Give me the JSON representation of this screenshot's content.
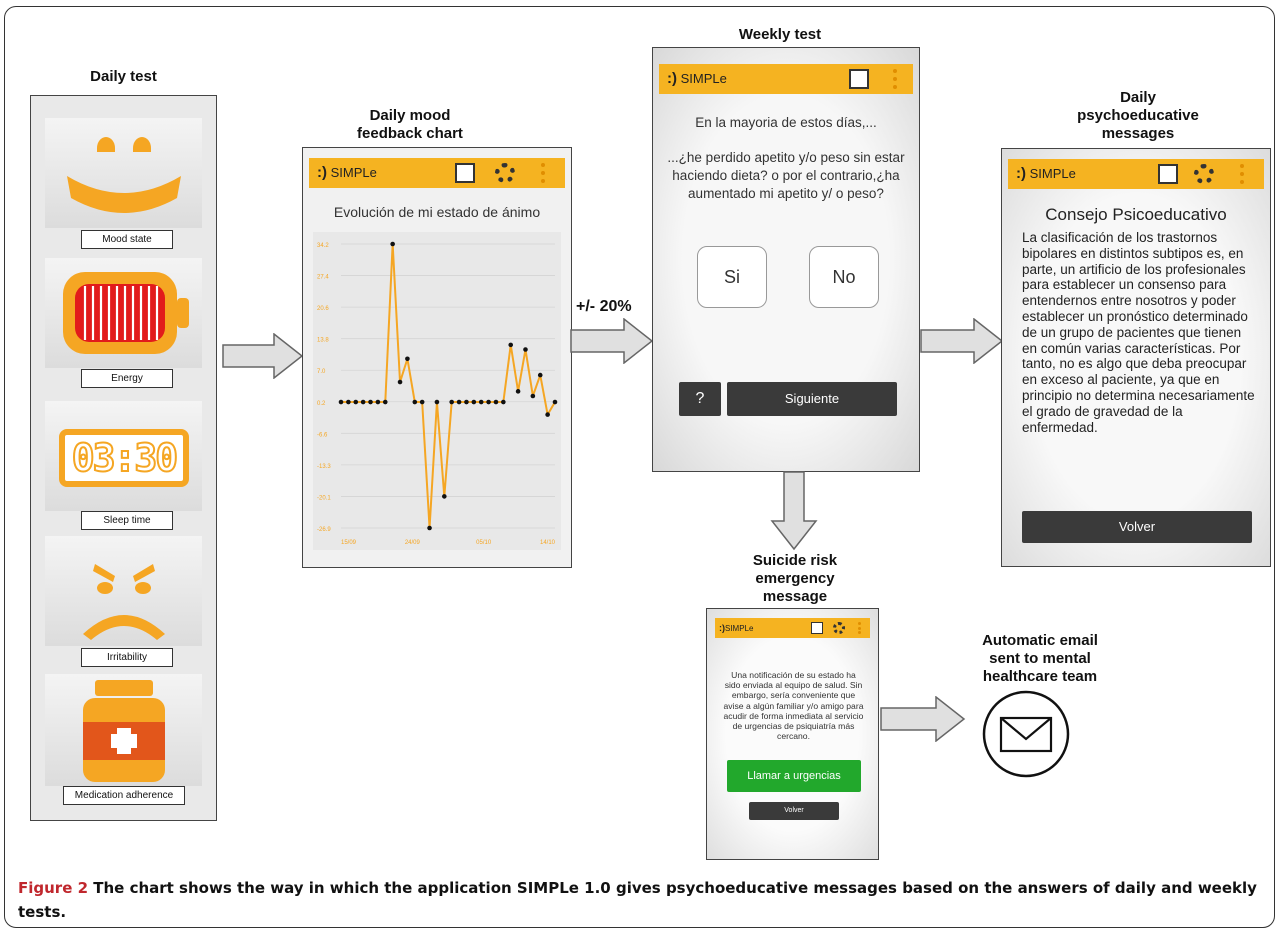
{
  "daily_test": {
    "heading": "Daily test",
    "items": [
      {
        "label": "Mood state"
      },
      {
        "label": "Energy"
      },
      {
        "label": "Sleep time",
        "clock": "03:30"
      },
      {
        "label": "Irritability"
      },
      {
        "label": "Medication adherence"
      }
    ]
  },
  "mood_chart": {
    "heading": "Daily mood\nfeedback chart",
    "app_name": "SIMPLe",
    "app_logo": ":)",
    "title": "Evolución de mi estado de ánimo"
  },
  "chart_data": {
    "type": "line",
    "title": "Evolución de mi estado de ánimo",
    "y_ticks": [
      "34.2",
      "27.4",
      "20.6",
      "13.8",
      "7.0",
      "0.2",
      "-6.6",
      "-13.3",
      "-20.1",
      "-26.9"
    ],
    "x_ticks": [
      "15/09",
      "24/09",
      "05/10",
      "14/10"
    ],
    "ylim": [
      -26.9,
      34.2
    ],
    "color": "#f5a623",
    "series": [
      {
        "x": [
          0,
          1,
          2,
          3,
          4,
          5,
          6,
          7,
          8,
          9,
          10,
          11,
          12,
          13,
          14,
          15,
          16,
          17,
          18,
          19,
          20,
          21,
          22,
          23,
          24,
          25,
          26,
          27,
          28,
          29
        ],
        "values": [
          0.2,
          0.2,
          0.2,
          0.2,
          0.2,
          0.2,
          0.2,
          34.2,
          4.5,
          9.5,
          0.2,
          0.2,
          -26.9,
          0.2,
          -20.1,
          0.2,
          0.2,
          0.2,
          0.2,
          0.2,
          0.2,
          0.2,
          0.2,
          12.5,
          2.5,
          11.5,
          1.5,
          6.0,
          -2.5,
          0.2
        ]
      }
    ]
  },
  "threshold": "+/- 20%",
  "weekly": {
    "heading": "Weekly test",
    "intro": "En la mayoria de estos días,...",
    "question": "...¿he perdido apetito y/o peso sin estar haciendo dieta? o por el contrario,¿ha aumentado mi apetito y/ o peso?",
    "yes": "Si",
    "no": "No",
    "help": "?",
    "next": "Siguiente"
  },
  "psycho": {
    "heading": "Daily\npsychoeducative\nmessages",
    "title": "Consejo Psicoeducativo",
    "body": "La clasificación de los trastornos bipolares en distintos subtipos es, en parte, un artificio de los profesionales para establecer un consenso para entendernos entre nosotros y poder establecer un pronóstico determinado de un grupo de pacientes que tienen en común varias características. Por tanto, no es algo que deba preocupar en exceso al paciente, ya que en principio no determina necesariamente el grado de gravedad de la enfermedad.",
    "back": "Volver"
  },
  "suicide": {
    "heading": "Suicide risk\nemergency\nmessage",
    "body": "Una notificación de su estado ha sido enviada al equipo de salud. Sin embargo, sería conveniente que avise a algún familiar y/o amigo para acudir de forma inmediata al servicio de urgencias de psiquiatría más cercano.",
    "call": "Llamar a urgencias",
    "back": "Volver"
  },
  "email": {
    "heading": "Automatic email\nsent to mental\nhealthcare team"
  },
  "caption": {
    "label": "Figure 2",
    "text": " The chart shows the way in which the application SIMPLe 1.0 gives psychoeducative messages based on the answers of daily and weekly tests."
  },
  "colors": {
    "accent": "#f5b321",
    "icon_orange": "#f5a623",
    "dark_button": "#3a3a3a",
    "green_button": "#22a82c"
  }
}
